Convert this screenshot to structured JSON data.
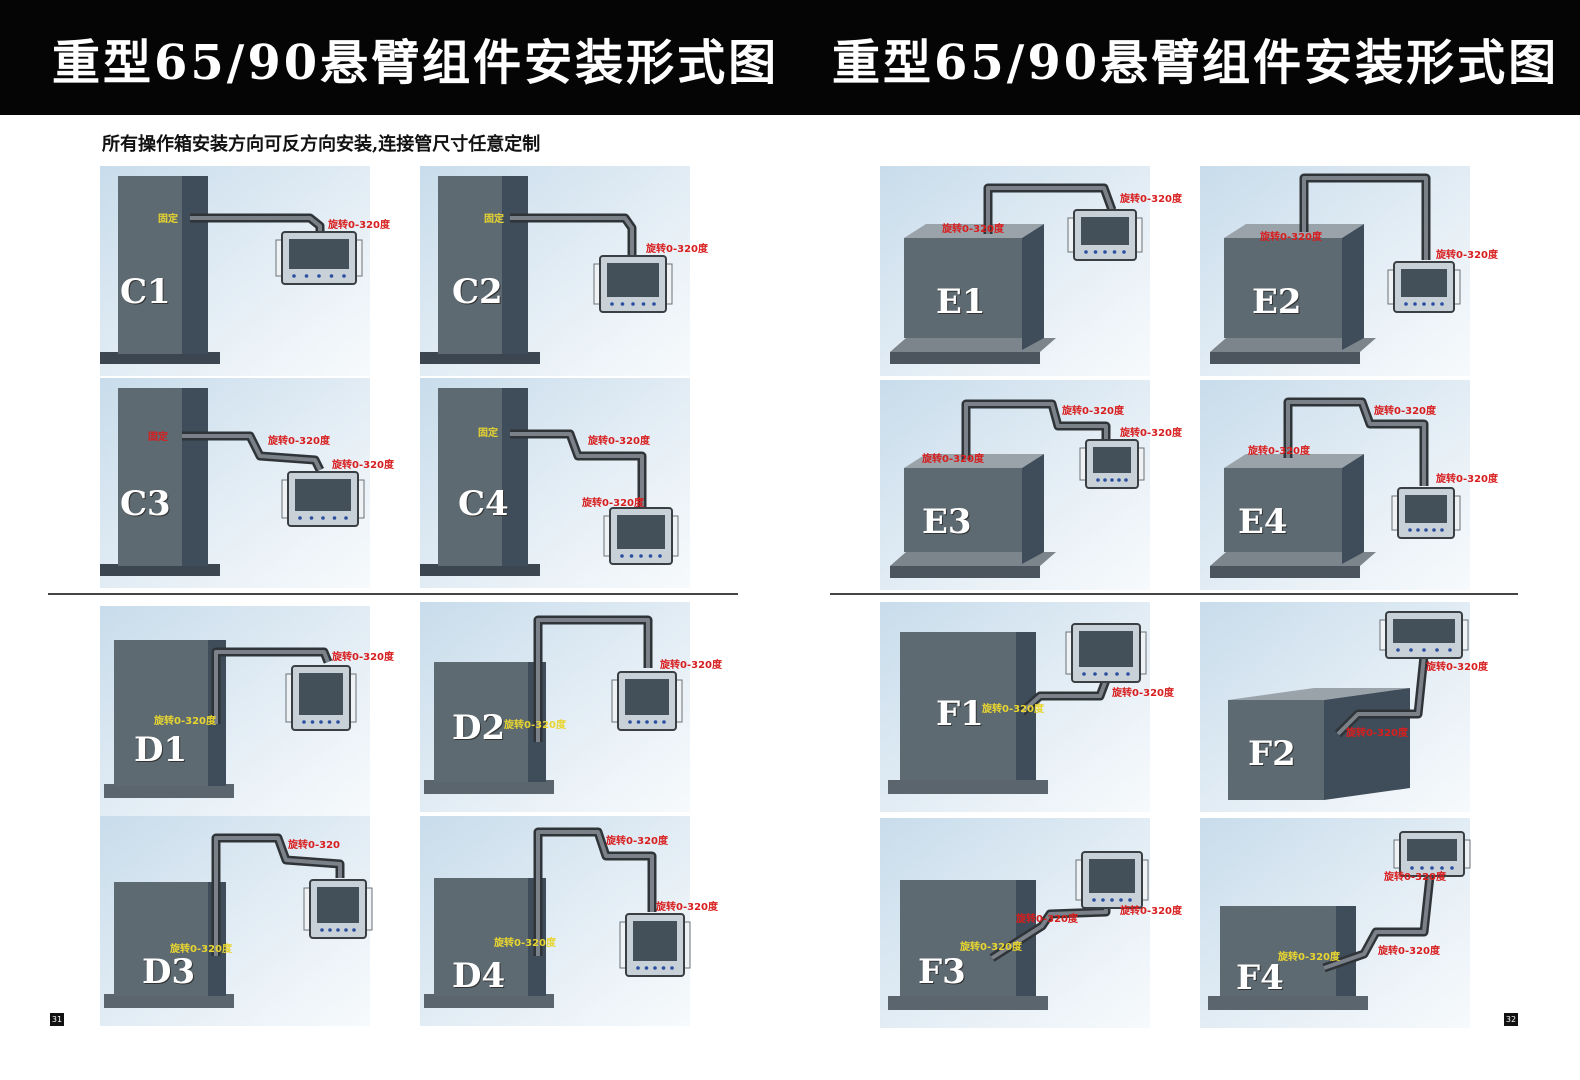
{
  "header": {
    "title_left": "重型65/90悬臂组件安装形式图",
    "title_right": "重型65/90悬臂组件安装形式图"
  },
  "subtitle": "所有操作箱安装方向可反方向安装,连接管尺寸任意定制",
  "panels": [
    {
      "label": "C1",
      "type": "wall1",
      "tags": [
        "固定",
        "旋转0-320度"
      ]
    },
    {
      "label": "C2",
      "type": "wall2",
      "tags": [
        "固定",
        "旋转0-320度"
      ]
    },
    {
      "label": "C3",
      "type": "wall3",
      "tags": [
        "固定",
        "旋转0-320度",
        "旋转0-320度"
      ]
    },
    {
      "label": "C4",
      "type": "wall4",
      "tags": [
        "固定",
        "旋转0-320度",
        "旋转0-320度"
      ]
    },
    {
      "label": "D1",
      "type": "side1",
      "tags": [
        "旋转0-320度",
        "旋转0-320度"
      ]
    },
    {
      "label": "D2",
      "type": "side2",
      "tags": [
        "旋转0-320度",
        "旋转0-320度"
      ]
    },
    {
      "label": "D3",
      "type": "side3",
      "tags": [
        "旋转0-320度",
        "旋转0-320"
      ]
    },
    {
      "label": "D4",
      "type": "side4",
      "tags": [
        "旋转0-320度",
        "旋转0-320度",
        "旋转0-320度"
      ]
    },
    {
      "label": "E1",
      "type": "top1",
      "tags": [
        "旋转0-320度",
        "旋转0-320度"
      ]
    },
    {
      "label": "E2",
      "type": "top2",
      "tags": [
        "旋转0-320度",
        "旋转0-320度"
      ]
    },
    {
      "label": "E3",
      "type": "top3",
      "tags": [
        "旋转0-320度",
        "旋转0-320度",
        "旋转0-320度"
      ]
    },
    {
      "label": "E4",
      "type": "top4",
      "tags": [
        "旋转0-320度",
        "旋转0-320度",
        "旋转0-320度"
      ]
    },
    {
      "label": "F1",
      "type": "fside1",
      "tags": [
        "旋转0-320度",
        "旋转0-320度"
      ]
    },
    {
      "label": "F2",
      "type": "fside2",
      "tags": [
        "旋转0-320度",
        "旋转0-320度"
      ]
    },
    {
      "label": "F3",
      "type": "fside3",
      "tags": [
        "旋转0-320度",
        "旋转0-320度",
        "旋转0-320度"
      ]
    },
    {
      "label": "F4",
      "type": "fside4",
      "tags": [
        "旋转0-320度",
        "旋转0-320度",
        "旋转0-320度"
      ]
    }
  ],
  "page_numbers": {
    "left": "31",
    "right": "32"
  },
  "colors": {
    "pillar": "#5d6a72",
    "pillar_dark": "#3e4d59",
    "pipe": "#4a5056",
    "tag_red": "#d81e1e",
    "tag_yellow": "#e8d530",
    "panel_bg": "#d7e7f2"
  }
}
